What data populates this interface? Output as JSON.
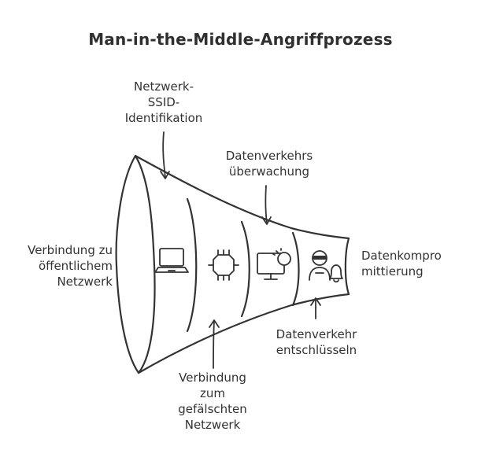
{
  "title": "Man-in-the-Middle-Angriffprozess",
  "stages": [
    {
      "label_lines": [
        "Verbindung zu",
        "öffentlichem",
        "Netzwerk"
      ],
      "icon": "laptop-icon"
    },
    {
      "label_lines": [
        "Netzwerk-",
        "SSID-",
        "Identifikation"
      ],
      "icon": "network-chip-icon"
    },
    {
      "label_lines": [
        "Verbindung",
        "zum",
        "gefälschten",
        "Netzwerk"
      ],
      "icon": "monitor-icon"
    },
    {
      "label_lines": [
        "Datenverkehrs",
        "überwachung"
      ],
      "icon": "hacker-icon"
    },
    {
      "label_lines": [
        "Datenverkehr",
        "entschlüsseln"
      ],
      "icon": "bell-icon"
    },
    {
      "label_lines": [
        "Datenkompro",
        "mittierung"
      ],
      "icon": "funnel-tip"
    }
  ],
  "colors": {
    "stroke": "#333333",
    "background": "#ffffff"
  }
}
